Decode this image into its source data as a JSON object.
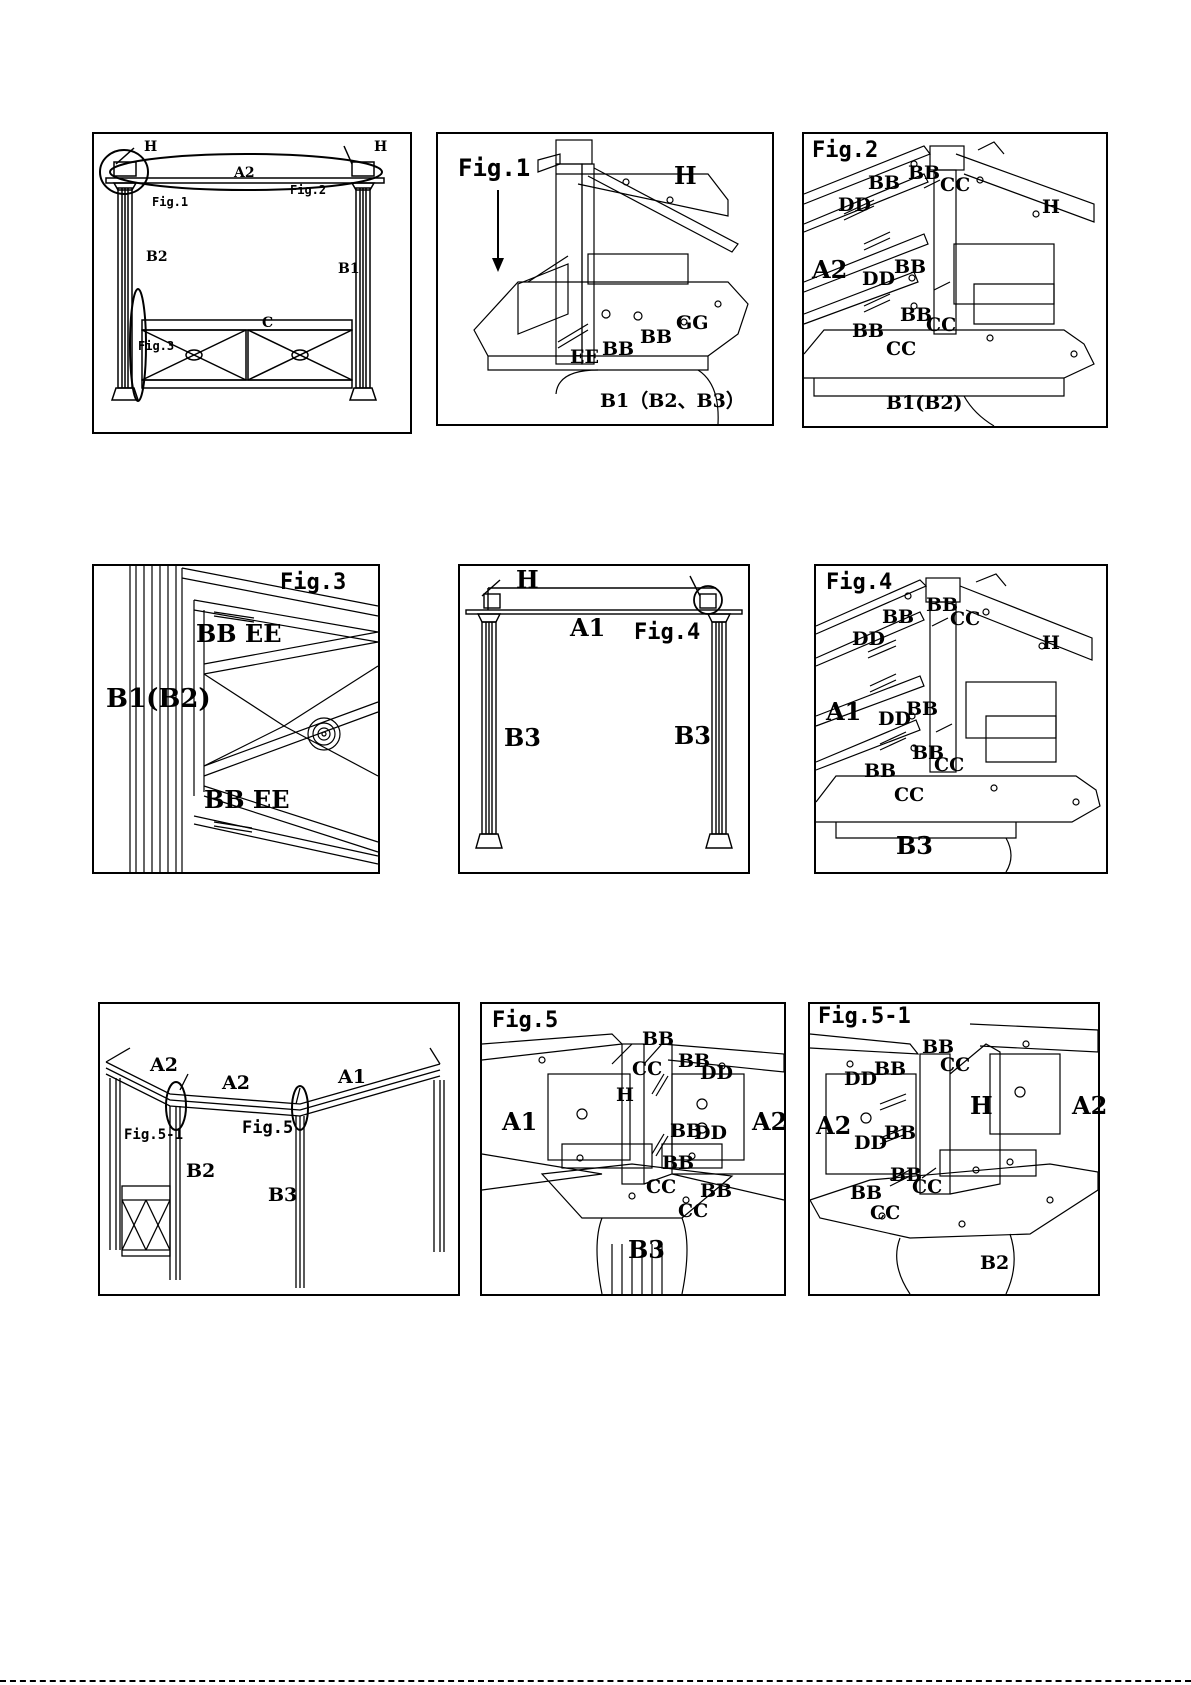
{
  "panel1": {
    "h_left": "H",
    "h_right": "H",
    "a2": "A2",
    "fig1": "Fig.1",
    "fig2": "Fig.2",
    "b2": "B2",
    "b1": "B1",
    "c": "C",
    "fig3": "Fig.3"
  },
  "panel2": {
    "title": "Fig.1",
    "h": "H",
    "ee": "EE",
    "bb1": "BB",
    "bb2": "BB",
    "gg": "GG",
    "caption": "B1（B2、B3）"
  },
  "panel3": {
    "title": "Fig.2",
    "bb1": "BB",
    "bb2": "BB",
    "cc1": "CC",
    "dd1": "DD",
    "h": "H",
    "a2": "A2",
    "bb3": "BB",
    "dd2": "DD",
    "bb4": "BB",
    "cc2": "CC",
    "bb5": "BB",
    "cc3": "CC",
    "caption": "B1(B2)"
  },
  "panel4": {
    "title": "Fig.3",
    "bbee_top": "BB EE",
    "side": "B1(B2)",
    "bbee_bottom": "BB EE"
  },
  "panel5": {
    "h": "H",
    "a1": "A1",
    "fig4": "Fig.4",
    "b3_left": "B3",
    "b3_right": "B3"
  },
  "panel6": {
    "title": "Fig.4",
    "bb1": "BB",
    "bb2": "BB",
    "cc1": "CC",
    "dd1": "DD",
    "h": "H",
    "a1": "A1",
    "dd2": "DD",
    "bb3": "BB",
    "bb4": "BB",
    "cc2": "CC",
    "bb5": "BB",
    "cc3": "CC",
    "caption": "B3"
  },
  "panel7": {
    "a2_left": "A2",
    "a2_mid": "A2",
    "a1": "A1",
    "fig51": "Fig.5-1",
    "fig5": "Fig.5",
    "b2": "B2",
    "b3": "B3"
  },
  "panel8": {
    "title": "Fig.5",
    "bb1": "BB",
    "cc1": "CC",
    "bb2": "BB",
    "dd1": "DD",
    "h": "H",
    "a1": "A1",
    "a2": "A2",
    "bb3": "BB",
    "dd2": "DD",
    "bb4": "BB",
    "cc2": "CC",
    "bb5": "BB",
    "cc3": "CC",
    "caption": "B3"
  },
  "panel9": {
    "title": "Fig.5-1",
    "bb1": "BB",
    "dd1": "DD",
    "bb2": "BB",
    "cc1": "CC",
    "h": "H",
    "a2_left": "A2",
    "a2_right": "A2",
    "dd2": "DD",
    "bb3": "BB",
    "bb4": "BB",
    "cc2": "CC",
    "bb5": "BB",
    "cc3": "CC",
    "caption": "B2"
  }
}
